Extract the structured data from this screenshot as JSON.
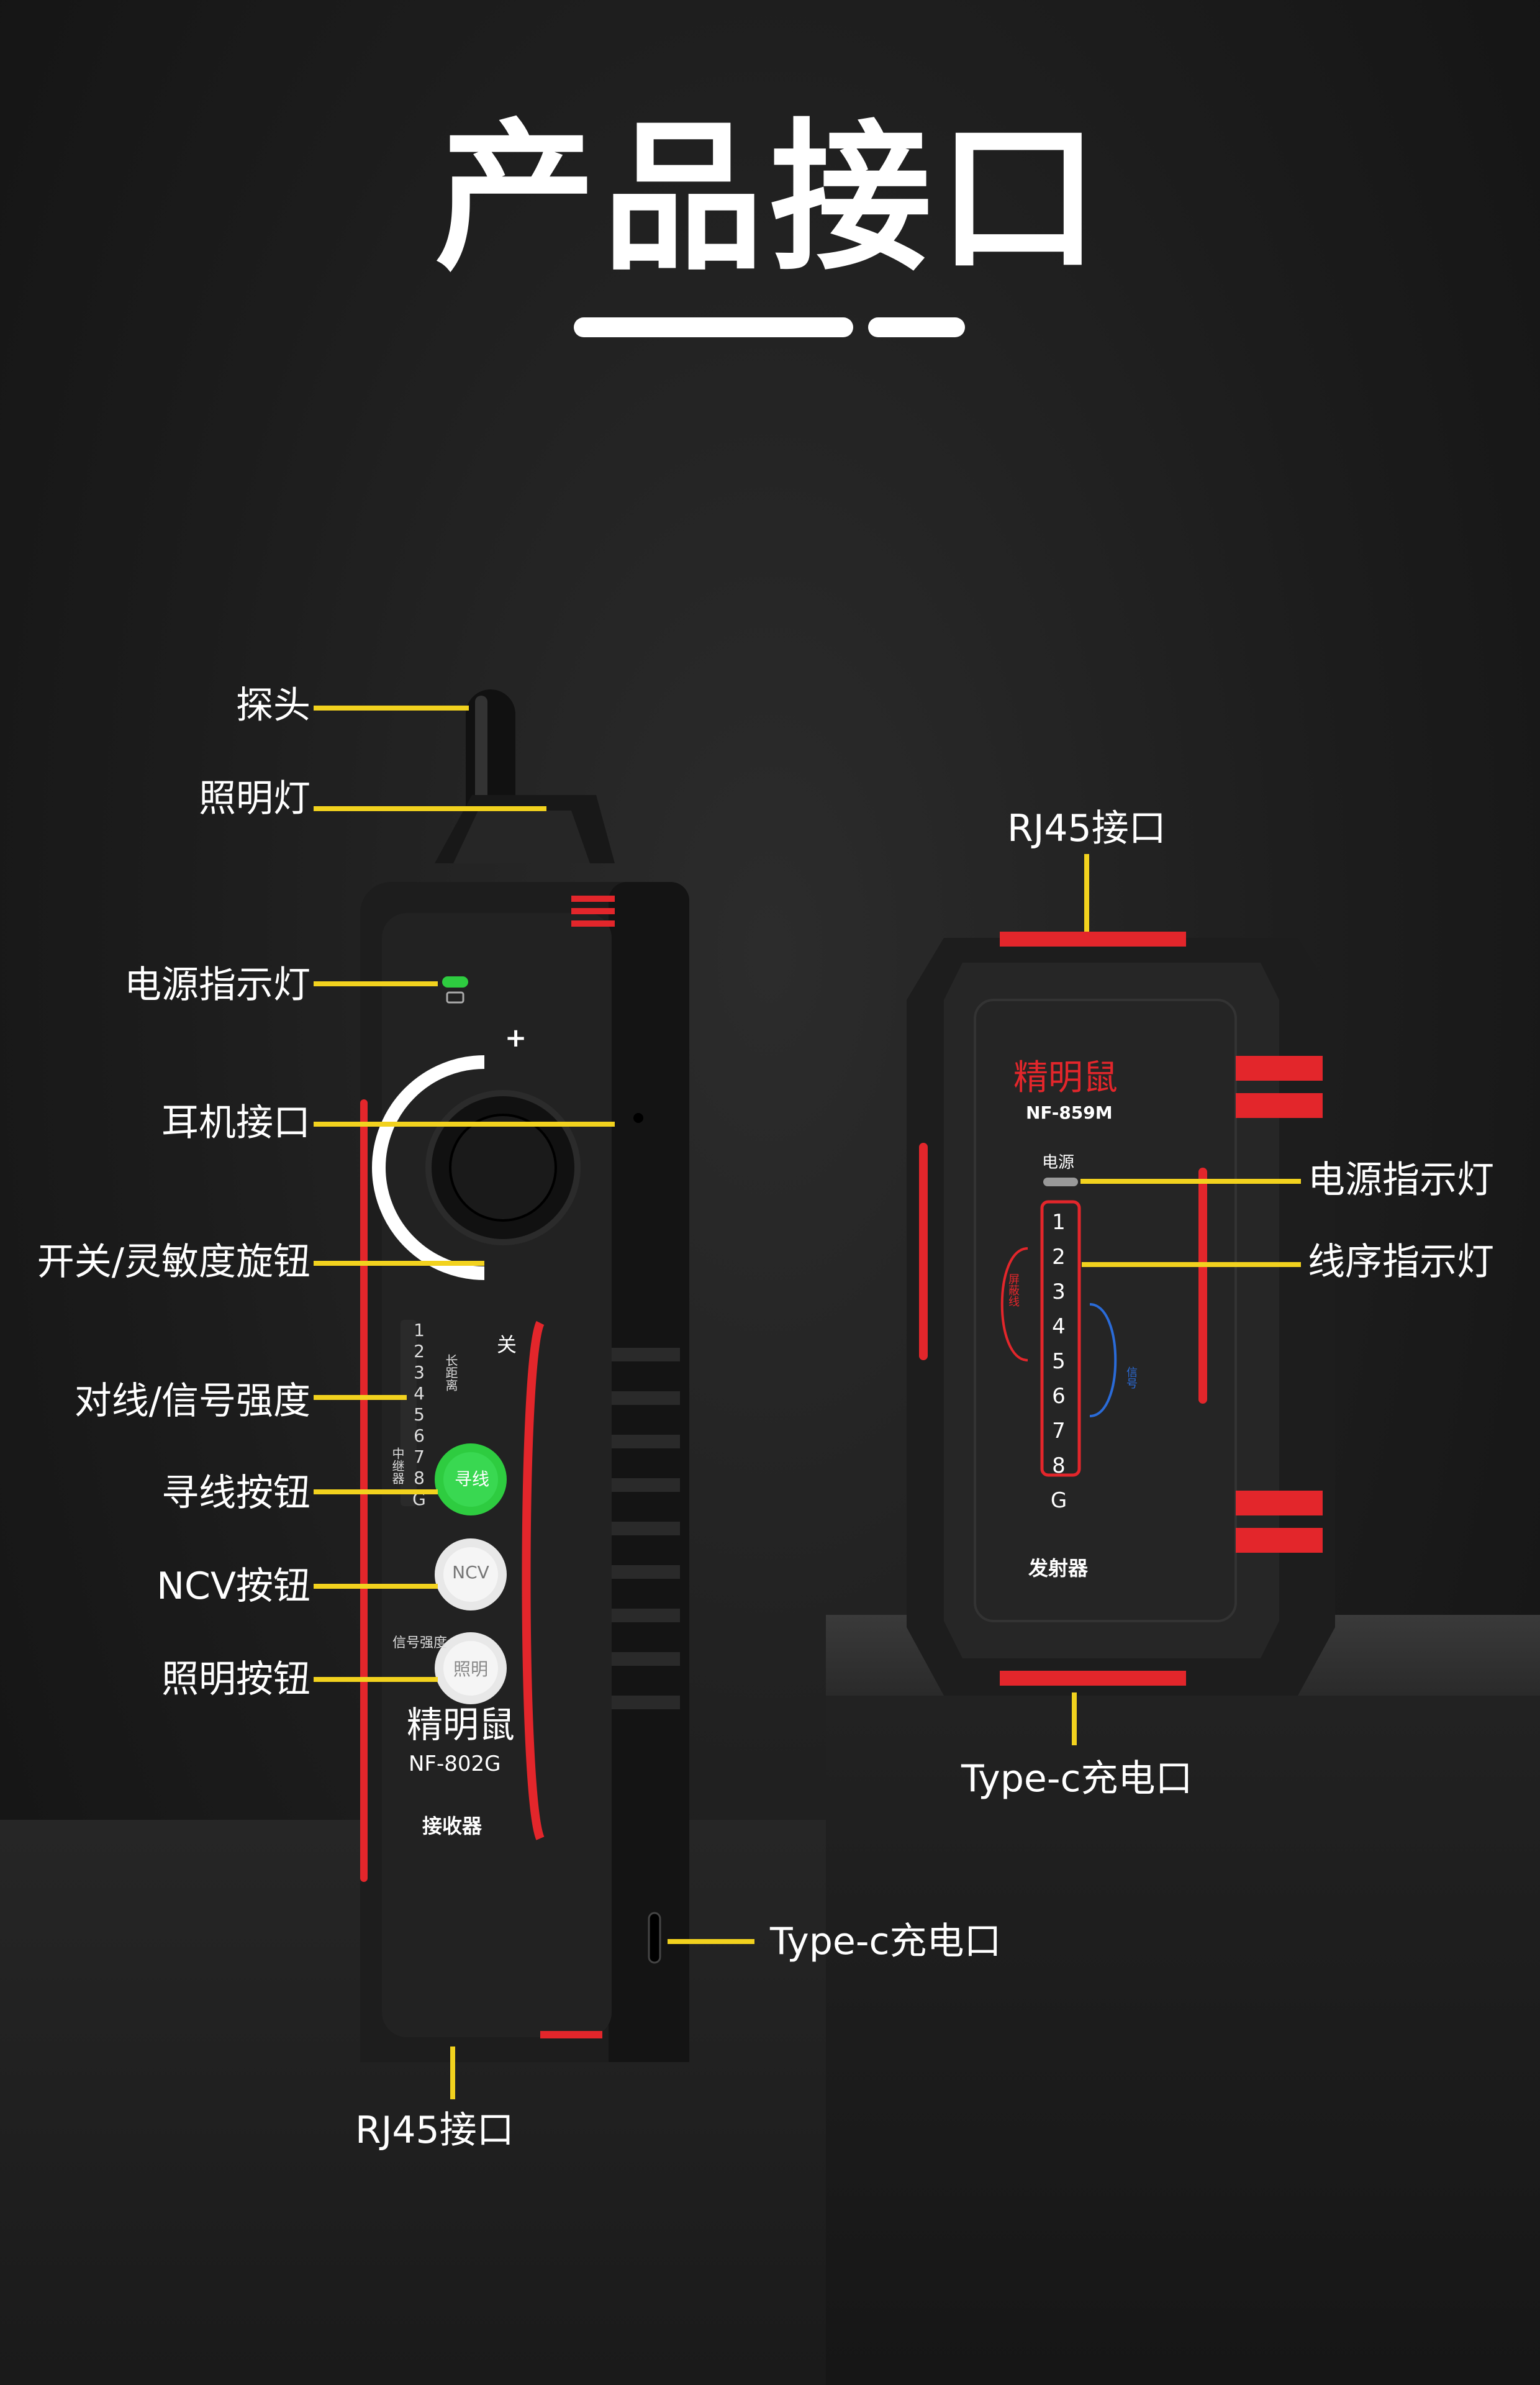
{
  "title": "产品接口",
  "receiver": {
    "brand": "精明鼠",
    "model": "NF-802G",
    "name": "接收器",
    "buttons": {
      "find": "寻线",
      "ncv": "NCV",
      "light": "照明"
    },
    "knob_marks": {
      "plus": "+",
      "off": "关"
    },
    "leds": [
      "1",
      "2",
      "3",
      "4",
      "5",
      "6",
      "7",
      "8",
      "G"
    ],
    "side_labels": {
      "left": "中继器",
      "right": "长距离",
      "bottom": "信号强度"
    }
  },
  "transmitter": {
    "brand": "精明鼠",
    "model": "NF-859M",
    "power_text": "电源",
    "name": "发射器",
    "leds": [
      "1",
      "2",
      "3",
      "4",
      "5",
      "6",
      "7",
      "8",
      "G"
    ],
    "left_bracket": "屏蔽线",
    "right_bracket": "信号"
  },
  "labels": {
    "probe": "探头",
    "light": "照明灯",
    "power_led": "电源指示灯",
    "earphone": "耳机接口",
    "knob": "开关/灵敏度旋钮",
    "strength": "对线/信号强度",
    "find_btn": "寻线按钮",
    "ncv_btn": "NCV按钮",
    "light_btn": "照明按钮",
    "typec_rx": "Type-c充电口",
    "rj45_rx": "RJ45接口",
    "rj45_tx": "RJ45接口",
    "power_led_tx": "电源指示灯",
    "line_led_tx": "线序指示灯",
    "typec_tx": "Type-c充电口"
  },
  "colors": {
    "accent": "#f2d21e",
    "red": "#e3262b",
    "body": "#1a1a1a",
    "green": "#2ecc40"
  }
}
